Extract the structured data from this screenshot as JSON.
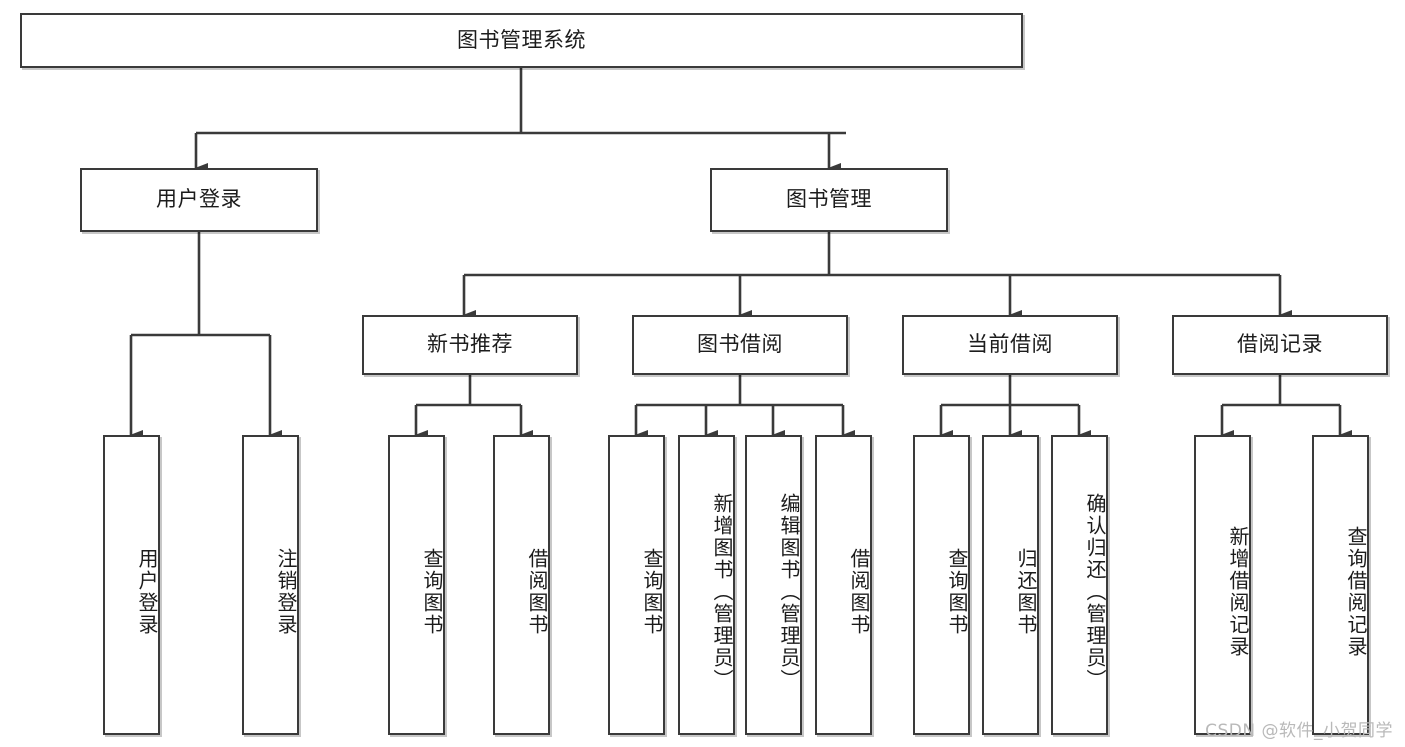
{
  "diagram": {
    "title": "图书管理系统",
    "type": "tree-hierarchy-chart",
    "root": {
      "id": "root",
      "label": "图书管理系统",
      "orientation": "horizontal"
    },
    "level2": [
      {
        "id": "user-login",
        "label": "用户登录",
        "orientation": "horizontal"
      },
      {
        "id": "book-management",
        "label": "图书管理",
        "orientation": "horizontal"
      }
    ],
    "level3": [
      {
        "id": "new-book-recommend",
        "label": "新书推荐",
        "orientation": "horizontal",
        "parent": "book-management"
      },
      {
        "id": "book-borrow",
        "label": "图书借阅",
        "orientation": "horizontal",
        "parent": "book-management"
      },
      {
        "id": "current-borrow",
        "label": "当前借阅",
        "orientation": "horizontal",
        "parent": "book-management"
      },
      {
        "id": "borrow-record",
        "label": "借阅记录",
        "orientation": "horizontal",
        "parent": "book-management"
      }
    ],
    "leaves": [
      {
        "id": "leaf-user-login",
        "label": "用户登录",
        "parent": "user-login",
        "orientation": "vertical"
      },
      {
        "id": "leaf-logout-login",
        "label": "注销登录",
        "parent": "user-login",
        "orientation": "vertical"
      },
      {
        "id": "leaf-query-book-1",
        "label": "查询图书",
        "parent": "new-book-recommend",
        "orientation": "vertical"
      },
      {
        "id": "leaf-borrow-book-1",
        "label": "借阅图书",
        "parent": "new-book-recommend",
        "orientation": "vertical"
      },
      {
        "id": "leaf-query-book-2",
        "label": "查询图书",
        "parent": "book-borrow",
        "orientation": "vertical"
      },
      {
        "id": "leaf-add-book",
        "label": "新增图书（管理员）",
        "parent": "book-borrow",
        "orientation": "vertical"
      },
      {
        "id": "leaf-edit-book",
        "label": "编辑图书（管理员）",
        "parent": "book-borrow",
        "orientation": "vertical"
      },
      {
        "id": "leaf-borrow-book-2",
        "label": "借阅图书",
        "parent": "book-borrow",
        "orientation": "vertical"
      },
      {
        "id": "leaf-query-book-3",
        "label": "查询图书",
        "parent": "current-borrow",
        "orientation": "vertical"
      },
      {
        "id": "leaf-return-book",
        "label": "归还图书",
        "parent": "current-borrow",
        "orientation": "vertical"
      },
      {
        "id": "leaf-confirm-return",
        "label": "确认归还（管理员）",
        "parent": "current-borrow",
        "orientation": "vertical"
      },
      {
        "id": "leaf-add-record",
        "label": "新增借阅记录",
        "parent": "borrow-record",
        "orientation": "vertical"
      },
      {
        "id": "leaf-query-record",
        "label": "查询借阅记录",
        "parent": "borrow-record",
        "orientation": "vertical"
      }
    ],
    "colors": {
      "stroke": "#3a3a3a",
      "text": "#1c1c1c",
      "background": "#ffffff",
      "watermark": "#b9b9b9"
    }
  },
  "watermark": {
    "text": "CSDN @软件_小贺同学"
  }
}
